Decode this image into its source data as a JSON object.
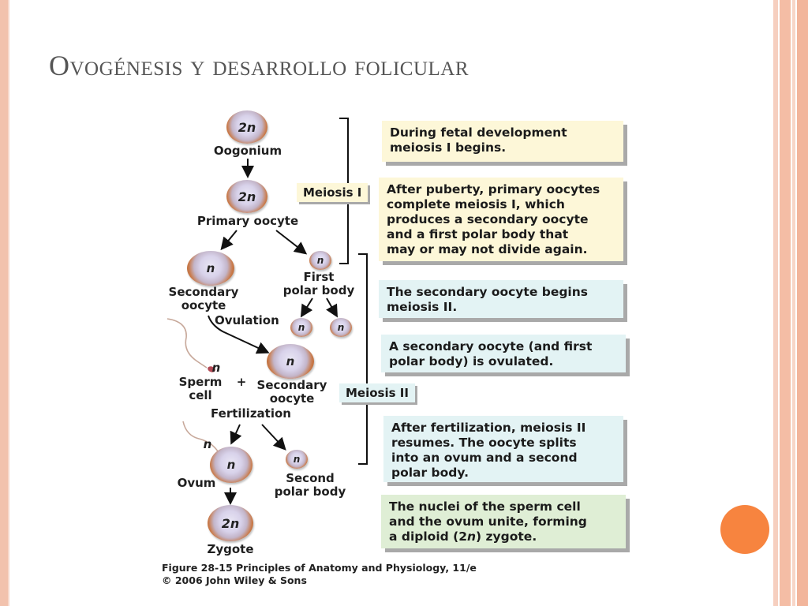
{
  "slide": {
    "title": "Ovogénesis y desarrollo folicular",
    "accent_color": "#f7843f"
  },
  "diagram": {
    "cells": {
      "oogonium": {
        "ploidy": "2n",
        "label": "Oogonium"
      },
      "primary_oocyte": {
        "ploidy": "2n",
        "label": "Primary oocyte"
      },
      "secondary_oocyte": {
        "ploidy": "n",
        "label_line1": "Secondary",
        "label_line2": "oocyte"
      },
      "first_polar_body": {
        "ploidy": "n",
        "label_line1": "First",
        "label_line2": "polar body"
      },
      "polar_body_a": {
        "ploidy": "n"
      },
      "polar_body_b": {
        "ploidy": "n"
      },
      "ovulated_oocyte": {
        "ploidy": "n",
        "label_line1": "Secondary",
        "label_line2": "oocyte"
      },
      "sperm": {
        "ploidy": "n",
        "label_line1": "Sperm",
        "label_line2": "cell"
      },
      "ovum": {
        "ploidy": "n",
        "label": "Ovum",
        "sperm_ploidy": "n"
      },
      "second_polar_body": {
        "ploidy": "n",
        "label_line1": "Second",
        "label_line2": "polar body"
      },
      "zygote": {
        "ploidy": "2n",
        "label": "Zygote"
      }
    },
    "step_labels": {
      "ovulation": "Ovulation",
      "plus": "+",
      "fertilization": "Fertilization"
    },
    "brackets": {
      "meiosis_1": "Meiosis I",
      "meiosis_2": "Meiosis II"
    },
    "notes": [
      {
        "line1": "During fetal development",
        "line2": "meiosis I begins."
      },
      {
        "line1": "After puberty, primary oocytes",
        "line2": "complete meiosis I, which",
        "line3": "produces a secondary oocyte",
        "line4": "and a first polar body that",
        "line5": "may or may not divide again."
      },
      {
        "line1": "The secondary oocyte begins",
        "line2": "meiosis II."
      },
      {
        "line1": "A secondary oocyte (and first",
        "line2": "polar body) is ovulated."
      },
      {
        "line1": "After fertilization, meiosis II",
        "line2": "resumes. The oocyte splits",
        "line3": "into an ovum and a second",
        "line4": "polar body."
      },
      {
        "line1": "The nuclei of the sperm cell",
        "line2": "and the ovum unite, forming",
        "line3_pre": "a diploid (2",
        "line3_n": "n",
        "line3_post": ") zygote."
      }
    ],
    "caption": {
      "line1": "Figure 28-15  Principles of Anatomy and Physiology, 11/e",
      "line2": "© 2006 John Wiley & Sons"
    }
  }
}
